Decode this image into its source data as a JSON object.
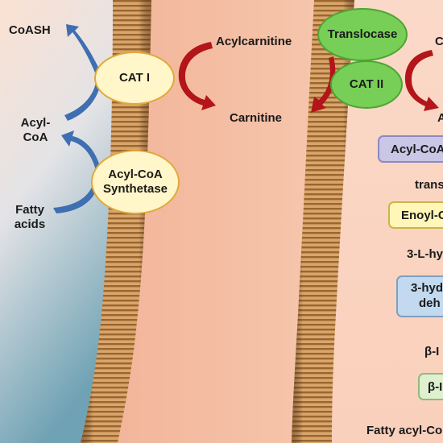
{
  "left_cytosol": {
    "coash": "CoASH",
    "acyl_coa_line1": "Acyl-",
    "acyl_coa_line2": "CoA",
    "fatty_acids_line1": "Fatty",
    "fatty_acids_line2": "acids"
  },
  "enzymes": {
    "cat1": "CAT I",
    "acyl_coa_synthetase_line1": "Acyl-CoA",
    "acyl_coa_synthetase_line2": "Synthetase",
    "translocase": "Translocase",
    "cat2": "CAT II"
  },
  "intermembrane": {
    "acylcarnitine": "Acylcarnitine",
    "carnitine": "Carnitine"
  },
  "matrix": {
    "right_top_fragment": "C",
    "right_mid_fragment": "A",
    "acyl_coa_box": "Acyl-CoA",
    "trans_label": "trans",
    "enoyl_box": "Enoyl-C",
    "l_hydroxy_label": "3-L-hy",
    "hydroxy_box_line1": "3-hyd",
    "hydroxy_box_line2": "deh",
    "beta_label": "β-I",
    "beta_box": "β-I",
    "fatty_acyl_label": "Fatty acyl-Co"
  },
  "colors": {
    "blue_arrow": "#3f6fb0",
    "red_arrow": "#b3151a",
    "membrane": "#c28d55",
    "oval_yellow": "#fff6c9",
    "oval_green": "#78cf57"
  }
}
